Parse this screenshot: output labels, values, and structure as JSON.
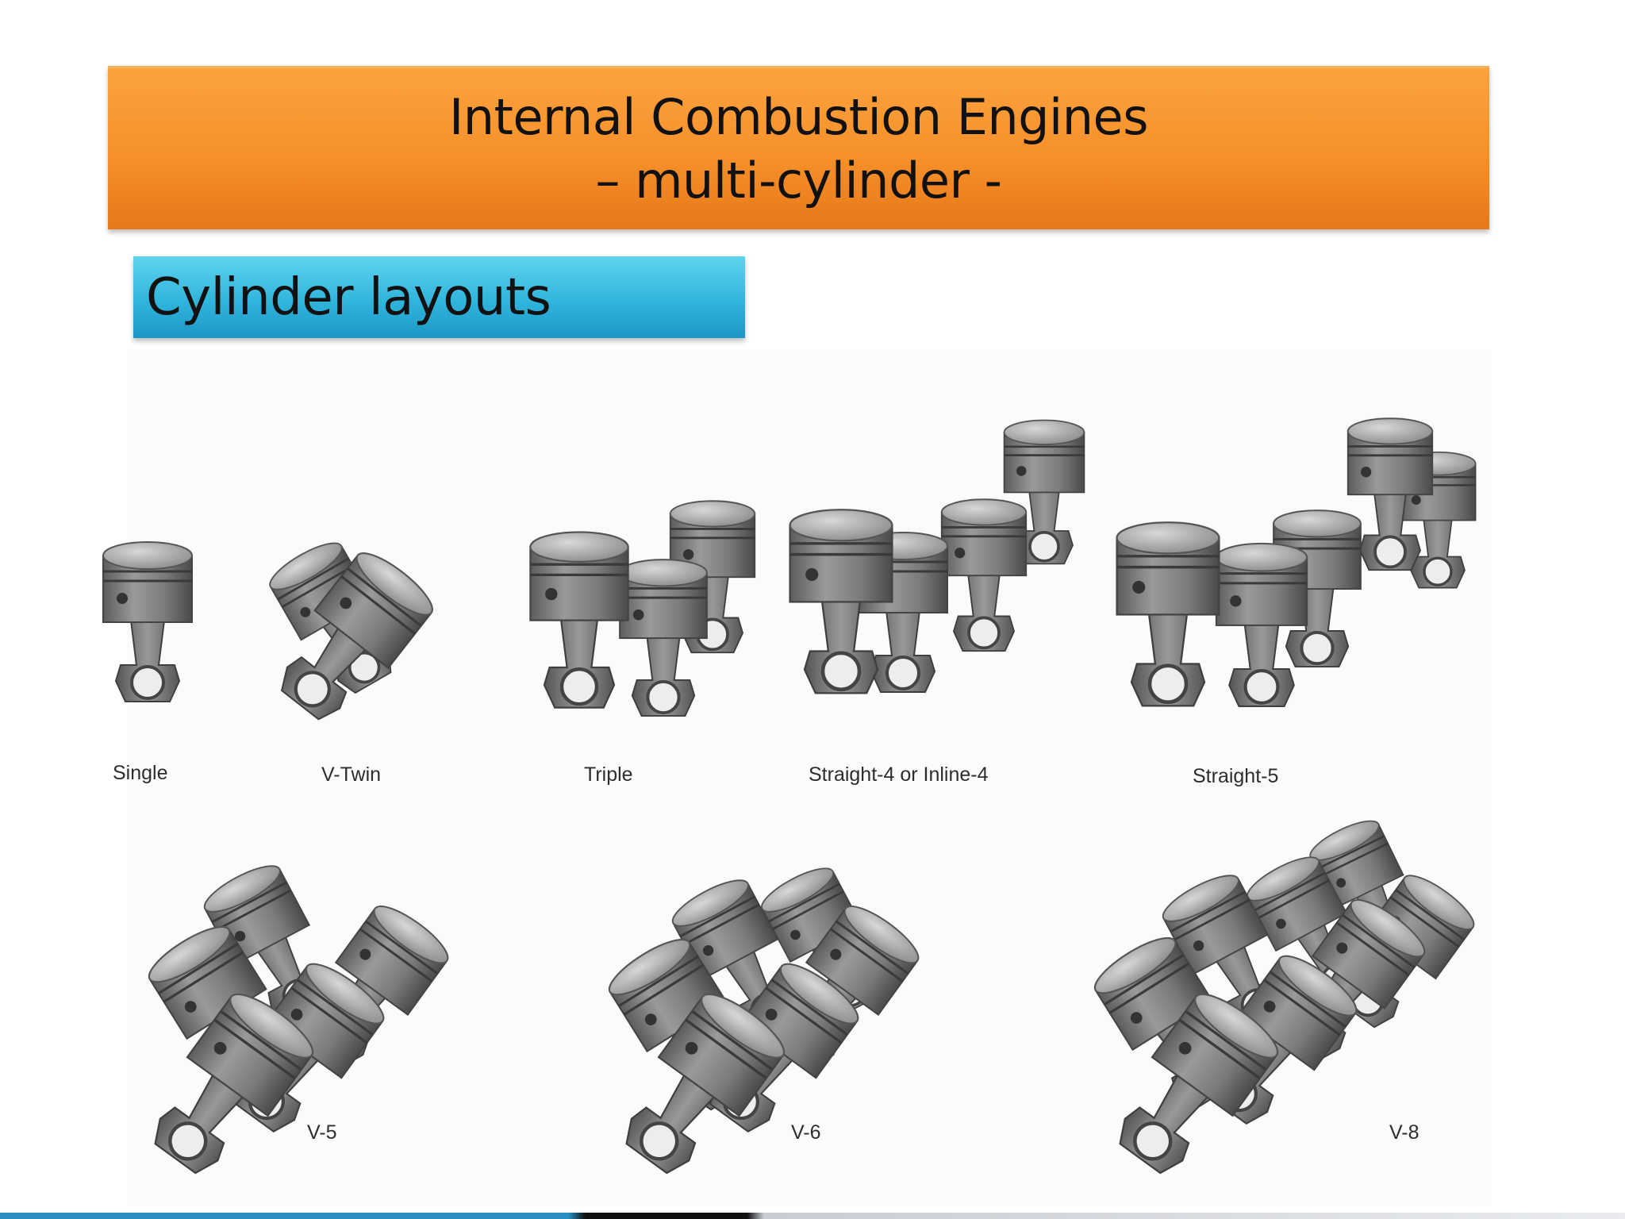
{
  "title": {
    "line1": "Internal Combustion Engines",
    "line2": "– multi-cylinder -"
  },
  "subtitle": "Cylinder layouts",
  "layouts": [
    {
      "name": "single",
      "label": "Single"
    },
    {
      "name": "v-twin",
      "label": "V-Twin"
    },
    {
      "name": "triple",
      "label": "Triple"
    },
    {
      "name": "straight-4",
      "label": "Straight-4 or Inline-4"
    },
    {
      "name": "straight-5",
      "label": "Straight-5"
    },
    {
      "name": "v-5",
      "label": "V-5"
    },
    {
      "name": "v-6",
      "label": "V-6"
    },
    {
      "name": "v-8",
      "label": "V-8"
    }
  ],
  "colors": {
    "title_banner": "#f6902a",
    "subtitle_banner": "#30b5dc",
    "piston_metal": "#8a8a8a"
  }
}
